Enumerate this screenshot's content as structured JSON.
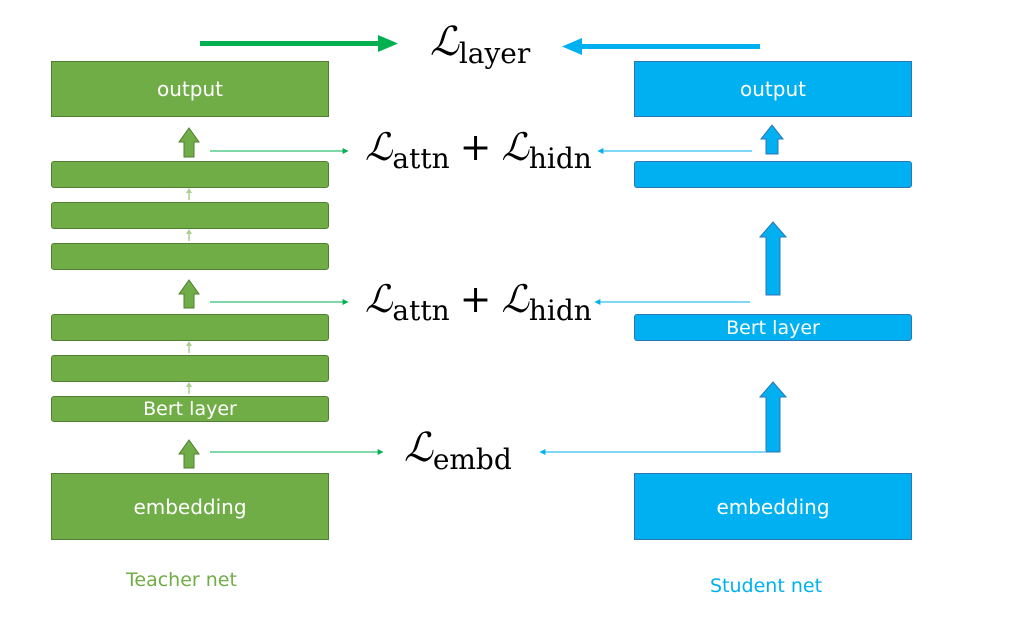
{
  "teacher": {
    "caption": "Teacher net",
    "output_label": "output",
    "bert_layer_label": "Bert layer",
    "embedding_label": "embedding",
    "color": "#70ad47"
  },
  "student": {
    "caption": "Student net",
    "output_label": "output",
    "bert_layer_label": "Bert layer",
    "embedding_label": "embedding",
    "color": "#00b0f0"
  },
  "losses": {
    "layer": {
      "symbol": "ℒ",
      "sub": "layer"
    },
    "upper": {
      "symbol1": "ℒ",
      "sub1": "attn",
      "plus": "+",
      "symbol2": "ℒ",
      "sub2": "hidn"
    },
    "middle": {
      "symbol1": "ℒ",
      "sub1": "attn",
      "plus": "+",
      "symbol2": "ℒ",
      "sub2": "hidn"
    },
    "embd": {
      "symbol": "ℒ",
      "sub": "embd"
    }
  },
  "arrow_colors": {
    "teacher_arrow": "#00b050",
    "student_arrow": "#00b0f0",
    "teacher_block_arrow": "#548235",
    "teacher_small_arrow": "#a9d18e"
  }
}
